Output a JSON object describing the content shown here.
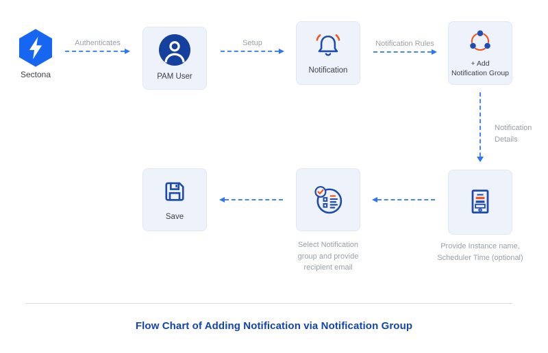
{
  "title": "Flow Chart of Adding Notification via Notification Group",
  "logo": {
    "label": "Sectona"
  },
  "nodes": {
    "pam_user": {
      "label": "PAM User"
    },
    "notification": {
      "label": "Notification"
    },
    "add_group": {
      "label_line1": "+ Add",
      "label_line2": "Notification Group"
    },
    "provide_instance": {
      "caption": "Provide Instance name, Scheduler Time (optional)"
    },
    "select_group": {
      "caption": "Select Notification group and provide recipient email"
    },
    "save": {
      "label": "Save"
    }
  },
  "arrows": {
    "authenticates": "Authenticates",
    "setup": "Setup",
    "notification_rules": "Notification Rules",
    "notification_details": "Notification Details"
  },
  "icons": {
    "logo": "sectona-lightning-hexagon",
    "pam_user": "user-circle",
    "notification": "bell-ringing",
    "add_group": "group-dots",
    "provide_instance": "document-form",
    "select_group": "checklist-circle",
    "save": "floppy-disk"
  },
  "colors": {
    "brand_blue": "#1766f2",
    "icon_stroke_blue": "#1c4bad",
    "icon_fill_blue": "#15409e",
    "accent_orange": "#f4551f",
    "arrow_blue": "#4486f6",
    "box_background": "#eef2fb",
    "box_border": "#e1e7f5",
    "label_gray": "#9aa0a6",
    "text_dark": "#3c4043",
    "title_blue": "#1243b5",
    "divider_gray": "#dcdcdc"
  }
}
